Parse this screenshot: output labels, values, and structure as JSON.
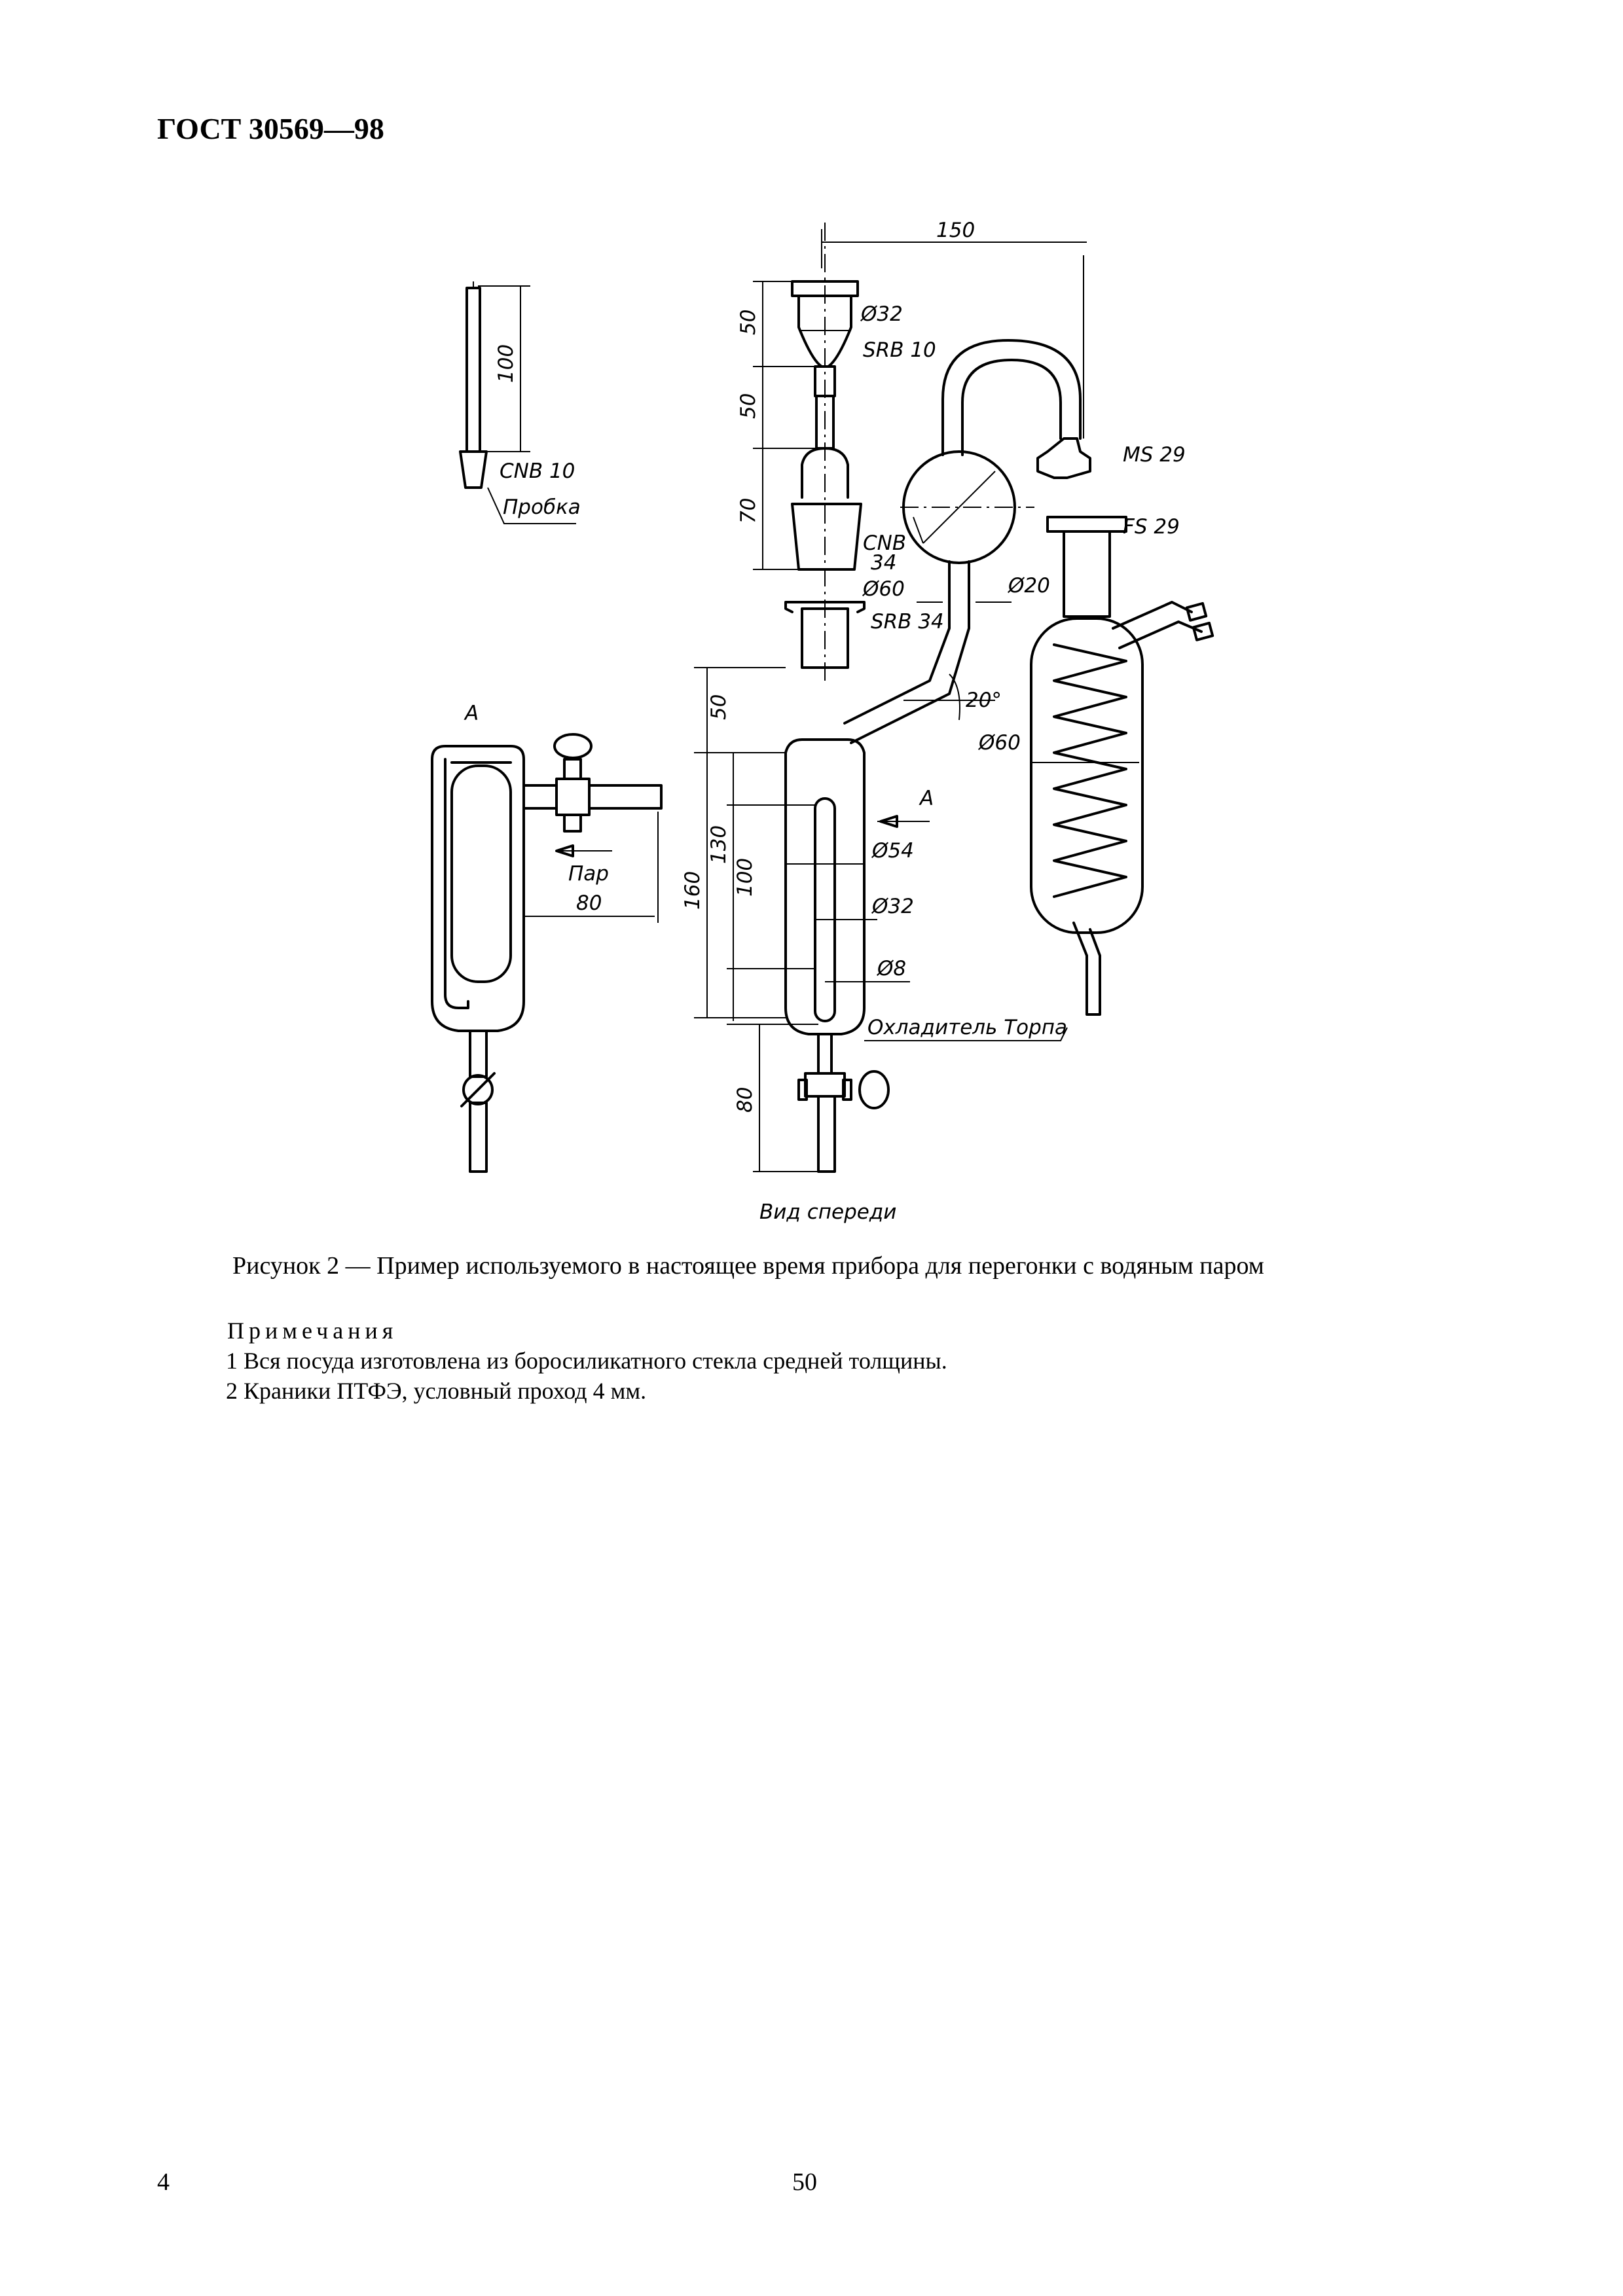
{
  "header": {
    "standard": "ГОСТ 30569—98"
  },
  "figure": {
    "labels": {
      "dim_150": "150",
      "dim_100_plug": "100",
      "cnb10": "CNB 10",
      "plug": "Пробка",
      "dim_50_a": "50",
      "dim_50_b": "50",
      "dim_70": "70",
      "d32_top": "Ø32",
      "srb10": "SRB 10",
      "ms29": "MS 29",
      "fs29": "FS 29",
      "cnb": "CNB",
      "cnb_num": "34",
      "d60_flask": "Ø60",
      "d20": "Ø20",
      "srb34": "SRB 34",
      "view_a": "A",
      "view_a_arrow": "A",
      "dim_50_c": "50",
      "angle20": "20°",
      "d60_cond": "Ø60",
      "steam": "Пар",
      "dim_80_side": "80",
      "dim_160": "160",
      "dim_130": "130",
      "dim_100_inner": "100",
      "d54": "Ø54",
      "d32_inner": "Ø32",
      "d8": "Ø8",
      "dim_80_bottom": "80",
      "condenser": "Охладитель Торпа",
      "front_view": "Вид спереди"
    }
  },
  "caption": "Рисунок 2 — Пример используемого в настоящее время прибора для перегонки с водяным паром",
  "notes": {
    "title": "Примечания",
    "items": [
      "1  Вся посуда изготовлена из боросиликатного стекла средней толщины.",
      "2  Краники ПТФЭ, условный проход 4 мм."
    ]
  },
  "page": {
    "left_number": "4",
    "center_number": "50"
  }
}
